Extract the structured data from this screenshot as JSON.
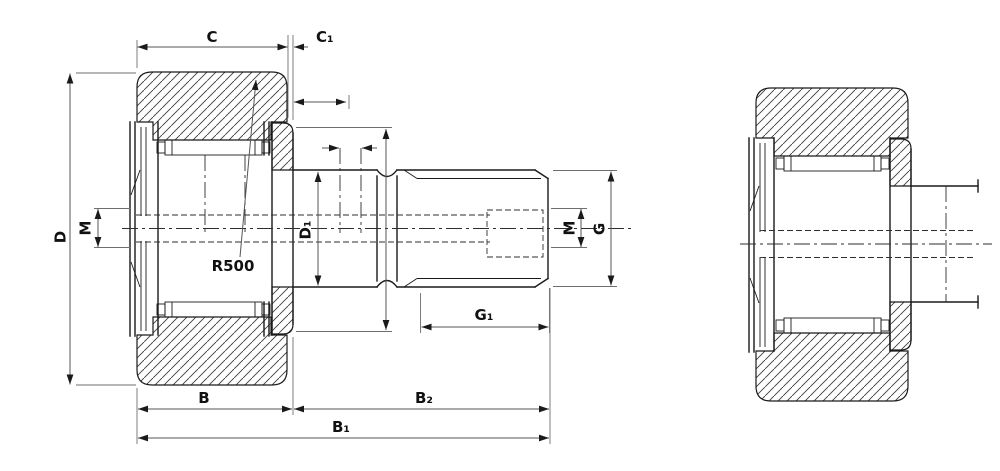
{
  "diagram": {
    "description": "Two cross-section engineering views of a stud-type cam follower (track roller) bearing with dimension callouts",
    "colors": {
      "background": "#ffffff",
      "part_outline": "#1a1a1a",
      "dimension_line": "#555555",
      "label_text": "#111111"
    },
    "labels": {
      "c": "C",
      "c1": "C₁",
      "d": "D",
      "m_left": "M",
      "r500": "R500",
      "d1": "D₁",
      "m_right": "M",
      "g": "G",
      "g1": "G₁",
      "b": "B",
      "b2": "B₂",
      "b1": "B₁"
    }
  }
}
